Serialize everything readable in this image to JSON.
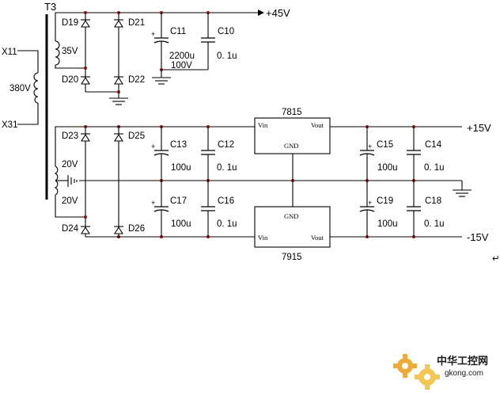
{
  "transformer": {
    "name": "T3",
    "primary_top": "X11",
    "primary_bottom": "X31",
    "primary_voltage": "380V",
    "secondary_top_voltage": "35V",
    "secondary_mid_voltage_a": "20V",
    "secondary_mid_voltage_b": "20V"
  },
  "diodes": {
    "d19": "D19",
    "d20": "D20",
    "d21": "D21",
    "d22": "D22",
    "d23": "D23",
    "d24": "D24",
    "d25": "D25",
    "d26": "D26"
  },
  "capacitors": {
    "c11": {
      "name": "C11",
      "value": "2200u",
      "voltage": "100V"
    },
    "c10": {
      "name": "C10",
      "value": "0. 1u"
    },
    "c13": {
      "name": "C13",
      "value": "100u"
    },
    "c12": {
      "name": "C12",
      "value": "0. 1u"
    },
    "c17": {
      "name": "C17",
      "value": "100u"
    },
    "c16": {
      "name": "C16",
      "value": "0. 1u"
    },
    "c15": {
      "name": "C15",
      "value": "100u"
    },
    "c14": {
      "name": "C14",
      "value": "0. 1u"
    },
    "c19": {
      "name": "C19",
      "value": "100u"
    },
    "c18": {
      "name": "C18",
      "value": "0. 1u"
    }
  },
  "regulators": {
    "pos": {
      "name": "7815",
      "vin": "Vin",
      "vout": "Vout",
      "gnd": "GND"
    },
    "neg": {
      "name": "7915",
      "vin": "Vin",
      "vout": "Vout",
      "gnd": "GND"
    }
  },
  "rails": {
    "plus45": "+45V",
    "plus15": "+15V",
    "minus15": "-15V"
  },
  "misc": {
    "return_mark": "↵",
    "plus_sign": "+"
  },
  "watermark": {
    "text_cn": "中华工控网",
    "text_url": "gkong.com"
  },
  "colors": {
    "wire": "#000000",
    "junction": "#8b1010",
    "watermark_orange": "#f0a020",
    "watermark_red": "#d83020"
  }
}
